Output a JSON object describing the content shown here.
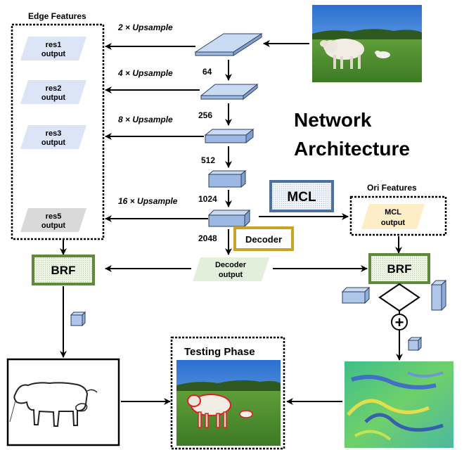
{
  "colors": {
    "edge_box_fill": "#dbe5f6",
    "gray_box_fill": "#d9d9d9",
    "mcl_output_fill": "#fdeec8",
    "decoder_output_fill": "#e2efda",
    "layer_top": "#d6e3f8",
    "layer_front": "#aec6ea",
    "layer_side": "#8eaedd",
    "layer_stroke": "#2f3f5a",
    "mcl_border": "#4f6f9c",
    "decoder_border": "#c9a227",
    "brf_border": "#5f8a3a",
    "brf_fill": "#e8f1dd",
    "arrow": "#000000"
  },
  "icons": {
    "source_image": "cow-photo-icon",
    "edge_result": "cow-sketch-icon",
    "testing_result": "cow-outline-photo-icon",
    "orientation_map": "orientation-map-icon"
  },
  "edge_features": {
    "title": "Edge Features",
    "items": [
      {
        "line1": "res1",
        "line2": "output"
      },
      {
        "line1": "res2",
        "line2": "output"
      },
      {
        "line1": "res3",
        "line2": "output"
      },
      {
        "line1": "res5",
        "line2": "output"
      }
    ]
  },
  "upsample_labels": [
    "2 × Upsample",
    "4 × Upsample",
    "8 × Upsample",
    "16 × Upsample"
  ],
  "channel_labels": [
    "64",
    "256",
    "512",
    "1024",
    "2048"
  ],
  "title": {
    "line1": "Network",
    "line2": "Architecture"
  },
  "mcl_label": "MCL",
  "decoder_label": "Decoder",
  "decoder_output": {
    "line1": "Decoder",
    "line2": "output"
  },
  "ori_features": {
    "title": "Ori Features",
    "line1": "MCL",
    "line2": "output"
  },
  "brf_left": "BRF",
  "brf_right": "BRF",
  "plus_symbol": "+",
  "testing_phase": "Testing Phase"
}
